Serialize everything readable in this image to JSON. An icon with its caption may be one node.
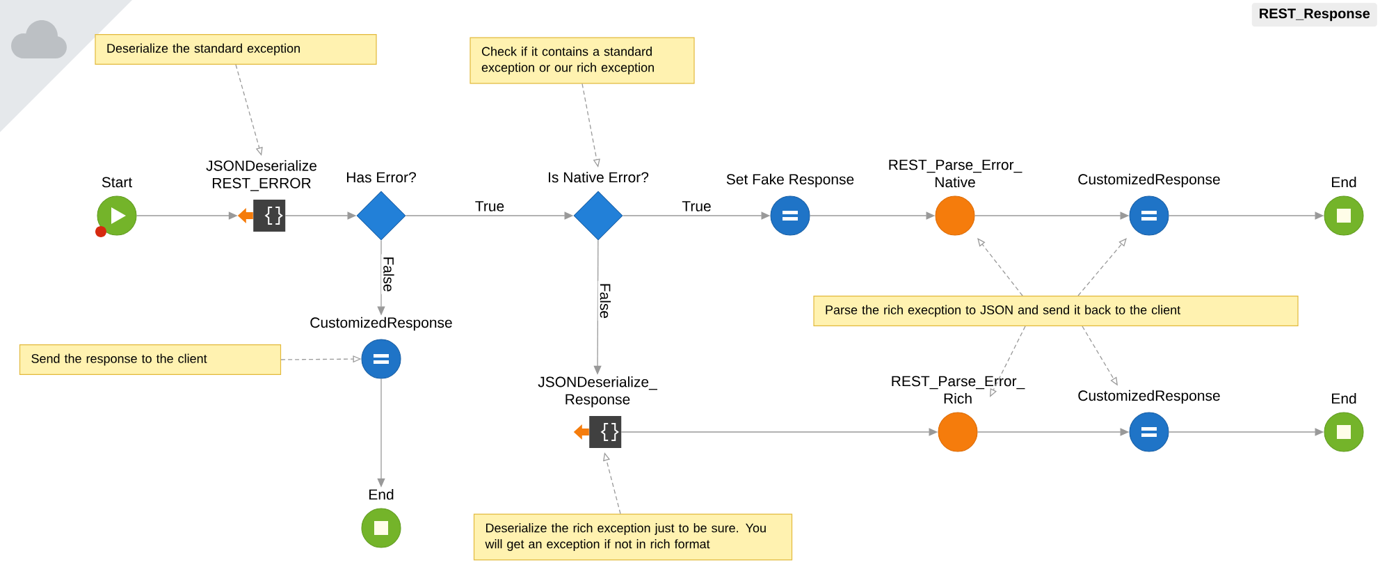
{
  "diagram": {
    "nodes": [
      {
        "text": [
          "Deserialize the standard exception"
        ]
      },
      {
        "text": [
          "Check if it contains a standard exception or our rich exception"
        ]
      },
      {
        "text": [
          "Start"
        ]
      },
      {
        "text": [
          "JSONDeserialize REST_ERROR"
        ]
      },
      {
        "text": [
          "Has Error?"
        ]
      },
      {
        "text": [
          "Is Native Error?"
        ]
      },
      {
        "text": [
          "Set Fake Response"
        ]
      },
      {
        "text": [
          "REST_Parse_Error_ Native"
        ]
      },
      {
        "text": [
          "CustomizedResponse"
        ]
      },
      {
        "text": [
          "End"
        ]
      },
      {
        "text": [
          "Parse the rich execption to JSON and send it back to the client"
        ]
      },
      {
        "text": [
          "Send the response to the client"
        ]
      },
      {
        "text": [
          "CustomizedResponse"
        ]
      },
      {
        "text": [
          "JSONDeserialize_ Response"
        ]
      },
      {
        "text": [
          "REST_Parse_Error_ Rich"
        ]
      },
      {
        "text": [
          "CustomizedResponse"
        ]
      },
      {
        "text": [
          "End"
        ]
      },
      {
        "text": [
          "End"
        ]
      },
      {
        "text": [
          "Deserialize the rich exception just to be sure. You will get an exception if not in rich format"
        ]
      }
    ],
    "edges": [
      {
        "from": 2,
        "to": 3,
        "arrow": "to"
      },
      {
        "from": 3,
        "to": 4,
        "arrow": "to"
      },
      {
        "from": 4,
        "to": 5,
        "arrow": "to",
        "label": "True"
      },
      {
        "from": 5,
        "to": 6,
        "arrow": "to",
        "label": "True"
      },
      {
        "from": 6,
        "to": 7,
        "arrow": "to"
      },
      {
        "from": 7,
        "to": 8,
        "arrow": "to"
      },
      {
        "from": 8,
        "to": 9,
        "arrow": "to"
      },
      {
        "from": 4,
        "to": 12,
        "arrow": "to",
        "label": "False"
      },
      {
        "from": 12,
        "to": 17,
        "arrow": "to"
      },
      {
        "from": 5,
        "to": 13,
        "arrow": "to",
        "label": "False"
      },
      {
        "from": 13,
        "to": 14,
        "arrow": "to"
      },
      {
        "from": 14,
        "to": 15,
        "arrow": "to"
      },
      {
        "from": 15,
        "to": 16,
        "arrow": "to"
      },
      {
        "from": 0,
        "to": 3,
        "arrow": "to",
        "style": "dashed"
      },
      {
        "from": 1,
        "to": 5,
        "arrow": "to",
        "style": "dashed"
      },
      {
        "from": 11,
        "to": 12,
        "arrow": "to",
        "style": "dashed"
      },
      {
        "from": 10,
        "to": 7,
        "arrow": "to",
        "style": "dashed"
      },
      {
        "from": 10,
        "to": 8,
        "arrow": "to",
        "style": "dashed"
      },
      {
        "from": 10,
        "to": 14,
        "arrow": "to",
        "style": "dashed"
      },
      {
        "from": 10,
        "to": 15,
        "arrow": "to",
        "style": "dashed"
      },
      {
        "from": 18,
        "to": 13,
        "arrow": "to",
        "style": "dashed"
      }
    ],
    "labels": [
      "REST_Response"
    ]
  }
}
